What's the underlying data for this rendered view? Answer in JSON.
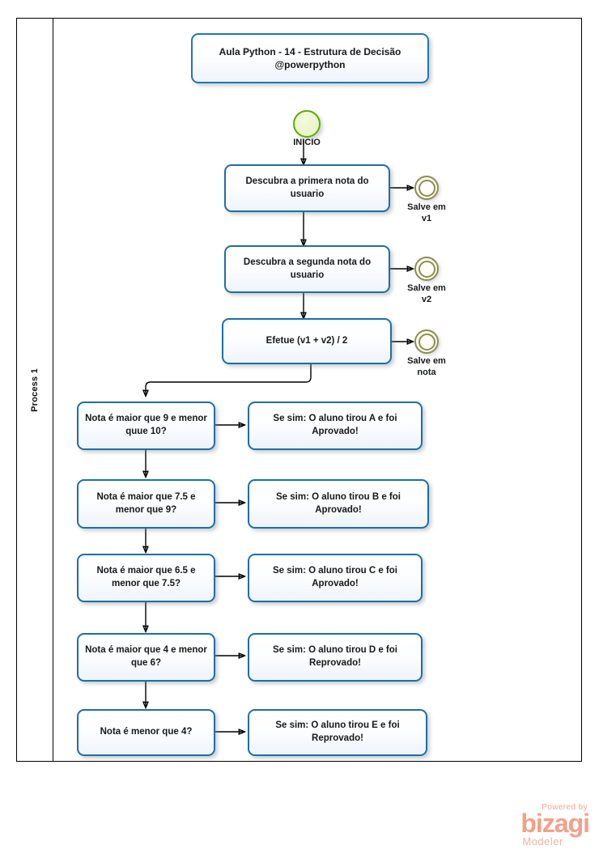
{
  "pool": {
    "label": "Process 1"
  },
  "title_box": {
    "line1": "Aula Python - 14 - Estrutura de Decisão",
    "line2": "@powerpython"
  },
  "start_event": {
    "name": "start-event",
    "label": "INICIO"
  },
  "tasks": [
    {
      "id": "task-primeira-nota",
      "label": "Descubra a primera nota do usuario"
    },
    {
      "id": "task-segunda-nota",
      "label": "Descubra a segunda nota do usuario"
    },
    {
      "id": "task-media",
      "label": "Efetue (v1 + v2) / 2"
    }
  ],
  "data_events": [
    {
      "id": "end-event-v1",
      "label": "Salve em\nv1"
    },
    {
      "id": "end-event-v2",
      "label": "Salve em\nv2"
    },
    {
      "id": "end-event-nota",
      "label": "Salve em\nnota"
    }
  ],
  "decisions": [
    {
      "id": "decision-a",
      "condition": "Nota é maior que 9 e menor quue 10?",
      "result": "Se sim: O aluno tirou A e foi Aprovado!"
    },
    {
      "id": "decision-b",
      "condition": "Nota é maior que 7.5 e menor que 9?",
      "result": "Se sim: O aluno tirou B e foi Aprovado!"
    },
    {
      "id": "decision-c",
      "condition": "Nota é maior que 6.5 e menor que 7.5?",
      "result": "Se sim: O aluno tirou C e foi Aprovado!"
    },
    {
      "id": "decision-d",
      "condition": "Nota é maior que 4 e menor que 6?",
      "result": "Se sim: O aluno tirou D e foi Reprovado!"
    },
    {
      "id": "decision-e",
      "condition": "Nota é menor que 4?",
      "result": "Se sim: O aluno tirou E e foi Reprovado!"
    }
  ],
  "watermark": {
    "powered_by": "Powered by",
    "brand": "bizagi",
    "product": "Modeler"
  },
  "colors": {
    "task_border": "#1d6fa5",
    "start_event_border": "#5caa07",
    "data_event_border": "#8d8d4f",
    "connector": "#000000",
    "bizagi_brand": "#f4a089"
  }
}
